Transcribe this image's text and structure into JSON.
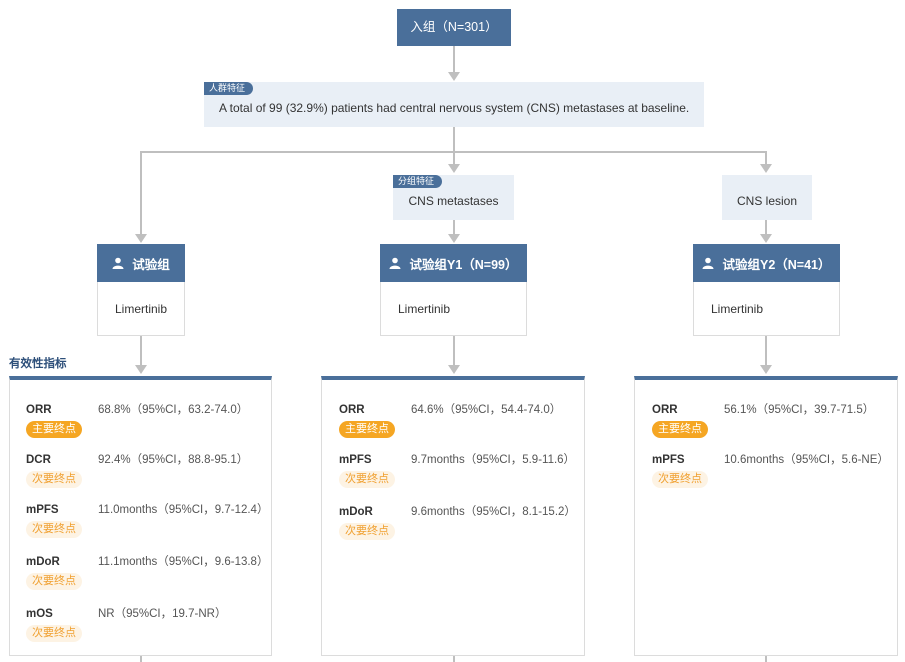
{
  "enrollment": {
    "label": "入组（N=301）"
  },
  "population": {
    "tag": "人群特征",
    "text": "A total of 99 (32.9%) patients had central nervous system (CNS) metastases at baseline."
  },
  "subgroups": [
    {
      "tag": "分组特征",
      "label": "CNS metastases"
    },
    {
      "label": "CNS lesion"
    }
  ],
  "groups": [
    {
      "title": "试验组",
      "drug": "Limertinib"
    },
    {
      "title": "试验组Y1（N=99）",
      "drug": "Limertinib"
    },
    {
      "title": "试验组Y2（N=41）",
      "drug": "Limertinib"
    }
  ],
  "efficacy_title": "有效性指标",
  "badges": {
    "primary": "主要终点",
    "secondary": "次要终点"
  },
  "cards": [
    {
      "metrics": [
        {
          "name": "ORR",
          "value": "68.8%（95%CI，63.2-74.0）",
          "type": "primary"
        },
        {
          "name": "DCR",
          "value": "92.4%（95%CI，88.8-95.1）",
          "type": "secondary"
        },
        {
          "name": "mPFS",
          "value": "11.0months（95%CI，9.7-12.4）",
          "type": "secondary"
        },
        {
          "name": "mDoR",
          "value": "11.1months（95%CI，9.6-13.8）",
          "type": "secondary"
        },
        {
          "name": "mOS",
          "value": "NR（95%CI，19.7-NR）",
          "type": "secondary"
        }
      ]
    },
    {
      "metrics": [
        {
          "name": "ORR",
          "value": "64.6%（95%CI，54.4-74.0）",
          "type": "primary"
        },
        {
          "name": "mPFS",
          "value": "9.7months（95%CI，5.9-11.6）",
          "type": "secondary"
        },
        {
          "name": "mDoR",
          "value": "9.6months（95%CI，8.1-15.2）",
          "type": "secondary"
        }
      ]
    },
    {
      "metrics": [
        {
          "name": "ORR",
          "value": "56.1%（95%CI，39.7-71.5）",
          "type": "primary"
        },
        {
          "name": "mPFS",
          "value": "10.6months（95%CI，5.6-NE）",
          "type": "secondary"
        }
      ]
    }
  ],
  "colors": {
    "primary_blue": "#4a6f9a",
    "light_blue_bg": "#e9eff6",
    "badge_orange": "#f5a623",
    "badge_light": "#fdf3e4",
    "connector": "#bfbfbf"
  }
}
